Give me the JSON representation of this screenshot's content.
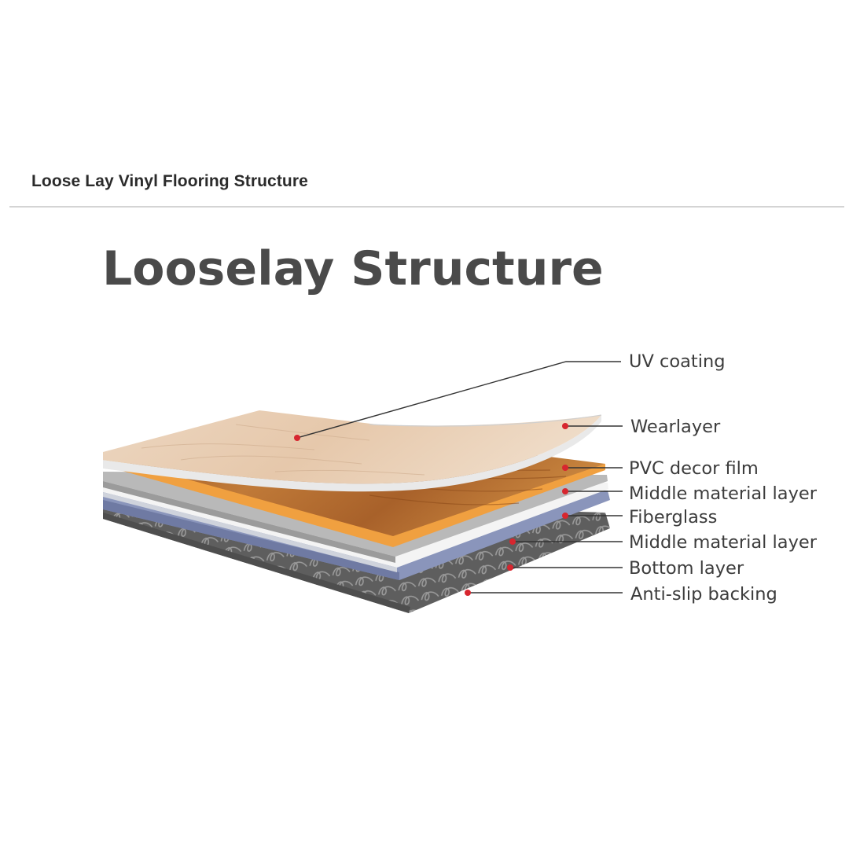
{
  "page": {
    "heading": "Loose Lay Vinyl Flooring Structure"
  },
  "diagram": {
    "title": "Looselay Structure",
    "layers": [
      {
        "id": "uv-coating",
        "label": "UV coating"
      },
      {
        "id": "wearlayer",
        "label": "Wearlayer"
      },
      {
        "id": "pvc-decor-film",
        "label": "PVC decor film"
      },
      {
        "id": "middle-material-layer-1",
        "label": "Middle material layer"
      },
      {
        "id": "fiberglass",
        "label": "Fiberglass"
      },
      {
        "id": "middle-material-layer-2",
        "label": "Middle material layer"
      },
      {
        "id": "bottom-layer",
        "label": "Bottom layer"
      },
      {
        "id": "anti-slip-backing",
        "label": "Anti-slip backing"
      }
    ],
    "colors": {
      "callout_dot": "#d7262f",
      "leader_line": "#333333",
      "wood_light": "#e8cdb3",
      "wood_dark": "#b06a2a",
      "orange_edge": "#f0a040",
      "blue_layer": "#7f8cb3",
      "backing_gray": "#6f6f6f"
    }
  }
}
